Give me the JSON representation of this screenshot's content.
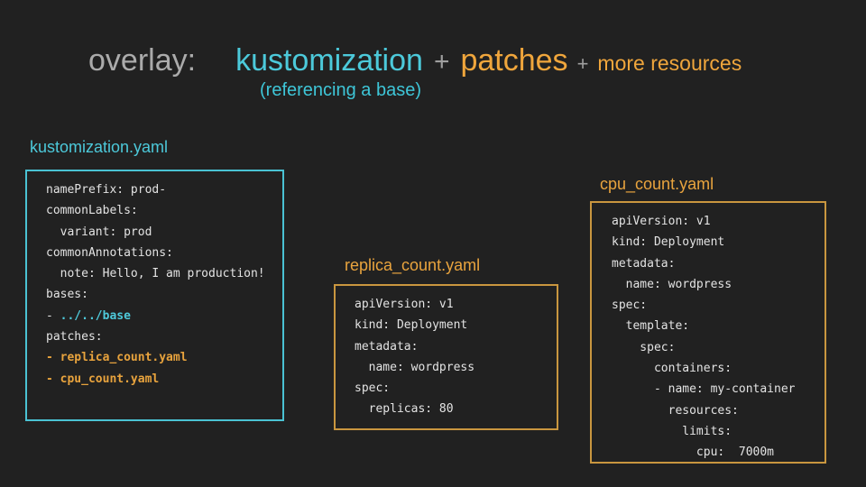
{
  "colors": {
    "background": "#212121",
    "cyan_accent": "#4cc9da",
    "orange_accent": "#f0a63c",
    "orange_border": "#c9963f",
    "gray_text": "#ababab",
    "code_text": "#e3e3e3"
  },
  "title": {
    "overlay": "overlay:",
    "kustomization": "kustomization",
    "plus1": "+",
    "patches": "patches",
    "plus2": "+",
    "more_resources": "more resources",
    "subtitle": "(referencing a base)"
  },
  "panels": [
    {
      "label": "kustomization.yaml",
      "accent": "cyan",
      "code": [
        [
          {
            "text": "namePrefix: prod-",
            "style": "plain"
          }
        ],
        [
          {
            "text": "commonLabels:",
            "style": "plain"
          }
        ],
        [
          {
            "text": "  variant: prod",
            "style": "plain"
          }
        ],
        [
          {
            "text": "commonAnnotations:",
            "style": "plain"
          }
        ],
        [
          {
            "text": "  note: Hello, I am production!",
            "style": "plain"
          }
        ],
        [
          {
            "text": "bases:",
            "style": "plain"
          }
        ],
        [
          {
            "text": "- ",
            "style": "plain"
          },
          {
            "text": "../../base",
            "style": "cyan-bold"
          }
        ],
        [
          {
            "text": "patches:",
            "style": "plain"
          }
        ],
        [
          {
            "text": "- replica_count.yaml",
            "style": "orange-bold"
          }
        ],
        [
          {
            "text": "- cpu_count.yaml",
            "style": "orange-bold"
          }
        ]
      ]
    },
    {
      "label": "replica_count.yaml",
      "accent": "orange",
      "code": [
        [
          {
            "text": "apiVersion: v1",
            "style": "plain"
          }
        ],
        [
          {
            "text": "kind: Deployment",
            "style": "plain"
          }
        ],
        [
          {
            "text": "metadata:",
            "style": "plain"
          }
        ],
        [
          {
            "text": "  name: wordpress",
            "style": "plain"
          }
        ],
        [
          {
            "text": "spec:",
            "style": "plain"
          }
        ],
        [
          {
            "text": "  replicas: 80",
            "style": "plain"
          }
        ]
      ]
    },
    {
      "label": "cpu_count.yaml",
      "accent": "orange",
      "code": [
        [
          {
            "text": "apiVersion: v1",
            "style": "plain"
          }
        ],
        [
          {
            "text": "kind: Deployment",
            "style": "plain"
          }
        ],
        [
          {
            "text": "metadata:",
            "style": "plain"
          }
        ],
        [
          {
            "text": "  name: wordpress",
            "style": "plain"
          }
        ],
        [
          {
            "text": "spec:",
            "style": "plain"
          }
        ],
        [
          {
            "text": "  template:",
            "style": "plain"
          }
        ],
        [
          {
            "text": "    spec:",
            "style": "plain"
          }
        ],
        [
          {
            "text": "      containers:",
            "style": "plain"
          }
        ],
        [
          {
            "text": "      - name: my-container",
            "style": "plain"
          }
        ],
        [
          {
            "text": "        resources:",
            "style": "plain"
          }
        ],
        [
          {
            "text": "          limits:",
            "style": "plain"
          }
        ],
        [
          {
            "text": "            cpu:  7000m",
            "style": "plain"
          }
        ]
      ]
    }
  ]
}
